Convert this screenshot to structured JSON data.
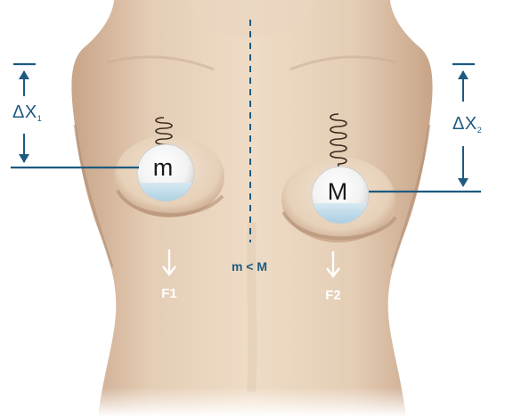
{
  "left": {
    "displacement_label": "ΔX",
    "displacement_sub": "1",
    "mass_label": "m",
    "force_label": "F1"
  },
  "right": {
    "displacement_label": "ΔX",
    "displacement_sub": "2",
    "mass_label": "M",
    "force_label": "F2"
  },
  "comparison_label": "m < M",
  "colors": {
    "accent": "#1d5a80",
    "arrow_force": "#ffffff",
    "spring": "#3b2a1e",
    "skin_mid": "#dcc3a8",
    "skin_shadow": "#b08e72"
  },
  "icons": [
    "spring-icon",
    "mass-ball-icon",
    "force-arrow-icon",
    "double-arrow-icon"
  ]
}
